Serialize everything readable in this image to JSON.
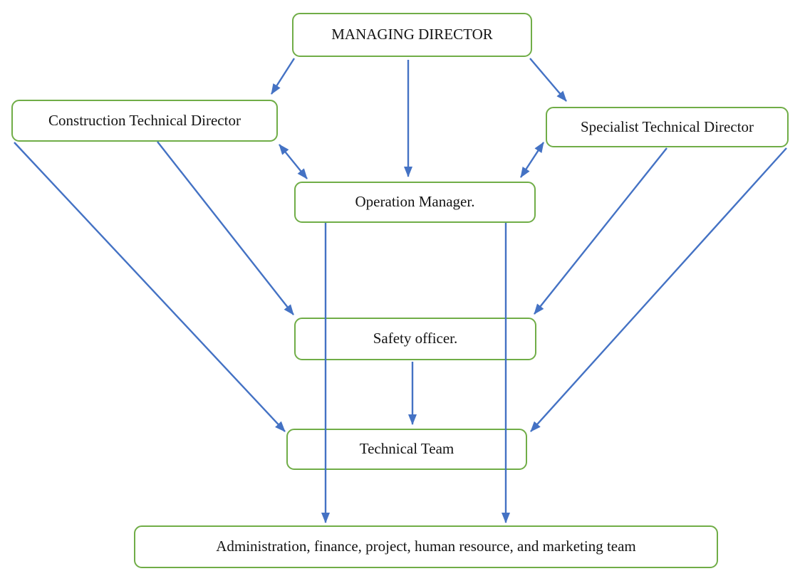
{
  "diagram": {
    "type": "org-chart",
    "nodes": {
      "managing_director": {
        "label": "MANAGING DIRECTOR"
      },
      "construction_technical_director": {
        "label": "Construction Technical Director"
      },
      "specialist_technical_director": {
        "label": "Specialist Technical Director"
      },
      "operation_manager": {
        "label": "Operation Manager."
      },
      "safety_officer": {
        "label": "Safety officer."
      },
      "technical_team": {
        "label": "Technical Team"
      },
      "admin_team": {
        "label": "Administration, finance, project, human resource, and marketing team"
      }
    },
    "edges": [
      {
        "from": "managing_director",
        "to": "construction_technical_director",
        "type": "one-way"
      },
      {
        "from": "managing_director",
        "to": "operation_manager",
        "type": "one-way"
      },
      {
        "from": "managing_director",
        "to": "specialist_technical_director",
        "type": "one-way"
      },
      {
        "from": "construction_technical_director",
        "to": "operation_manager",
        "type": "two-way"
      },
      {
        "from": "specialist_technical_director",
        "to": "operation_manager",
        "type": "two-way"
      },
      {
        "from": "construction_technical_director",
        "to": "safety_officer",
        "type": "one-way"
      },
      {
        "from": "specialist_technical_director",
        "to": "safety_officer",
        "type": "one-way"
      },
      {
        "from": "construction_technical_director",
        "to": "technical_team",
        "type": "one-way"
      },
      {
        "from": "specialist_technical_director",
        "to": "technical_team",
        "type": "one-way"
      },
      {
        "from": "safety_officer",
        "to": "technical_team",
        "type": "one-way"
      },
      {
        "from": "operation_manager",
        "to": "admin_team",
        "type": "one-way",
        "line": "left"
      },
      {
        "from": "operation_manager",
        "to": "admin_team",
        "type": "one-way",
        "line": "right"
      }
    ],
    "colors": {
      "box_border": "#70AD47",
      "box_fill": "#FFFFFF",
      "arrow": "#4472C4",
      "text": "#141414",
      "background": "#FFFFFF"
    }
  }
}
